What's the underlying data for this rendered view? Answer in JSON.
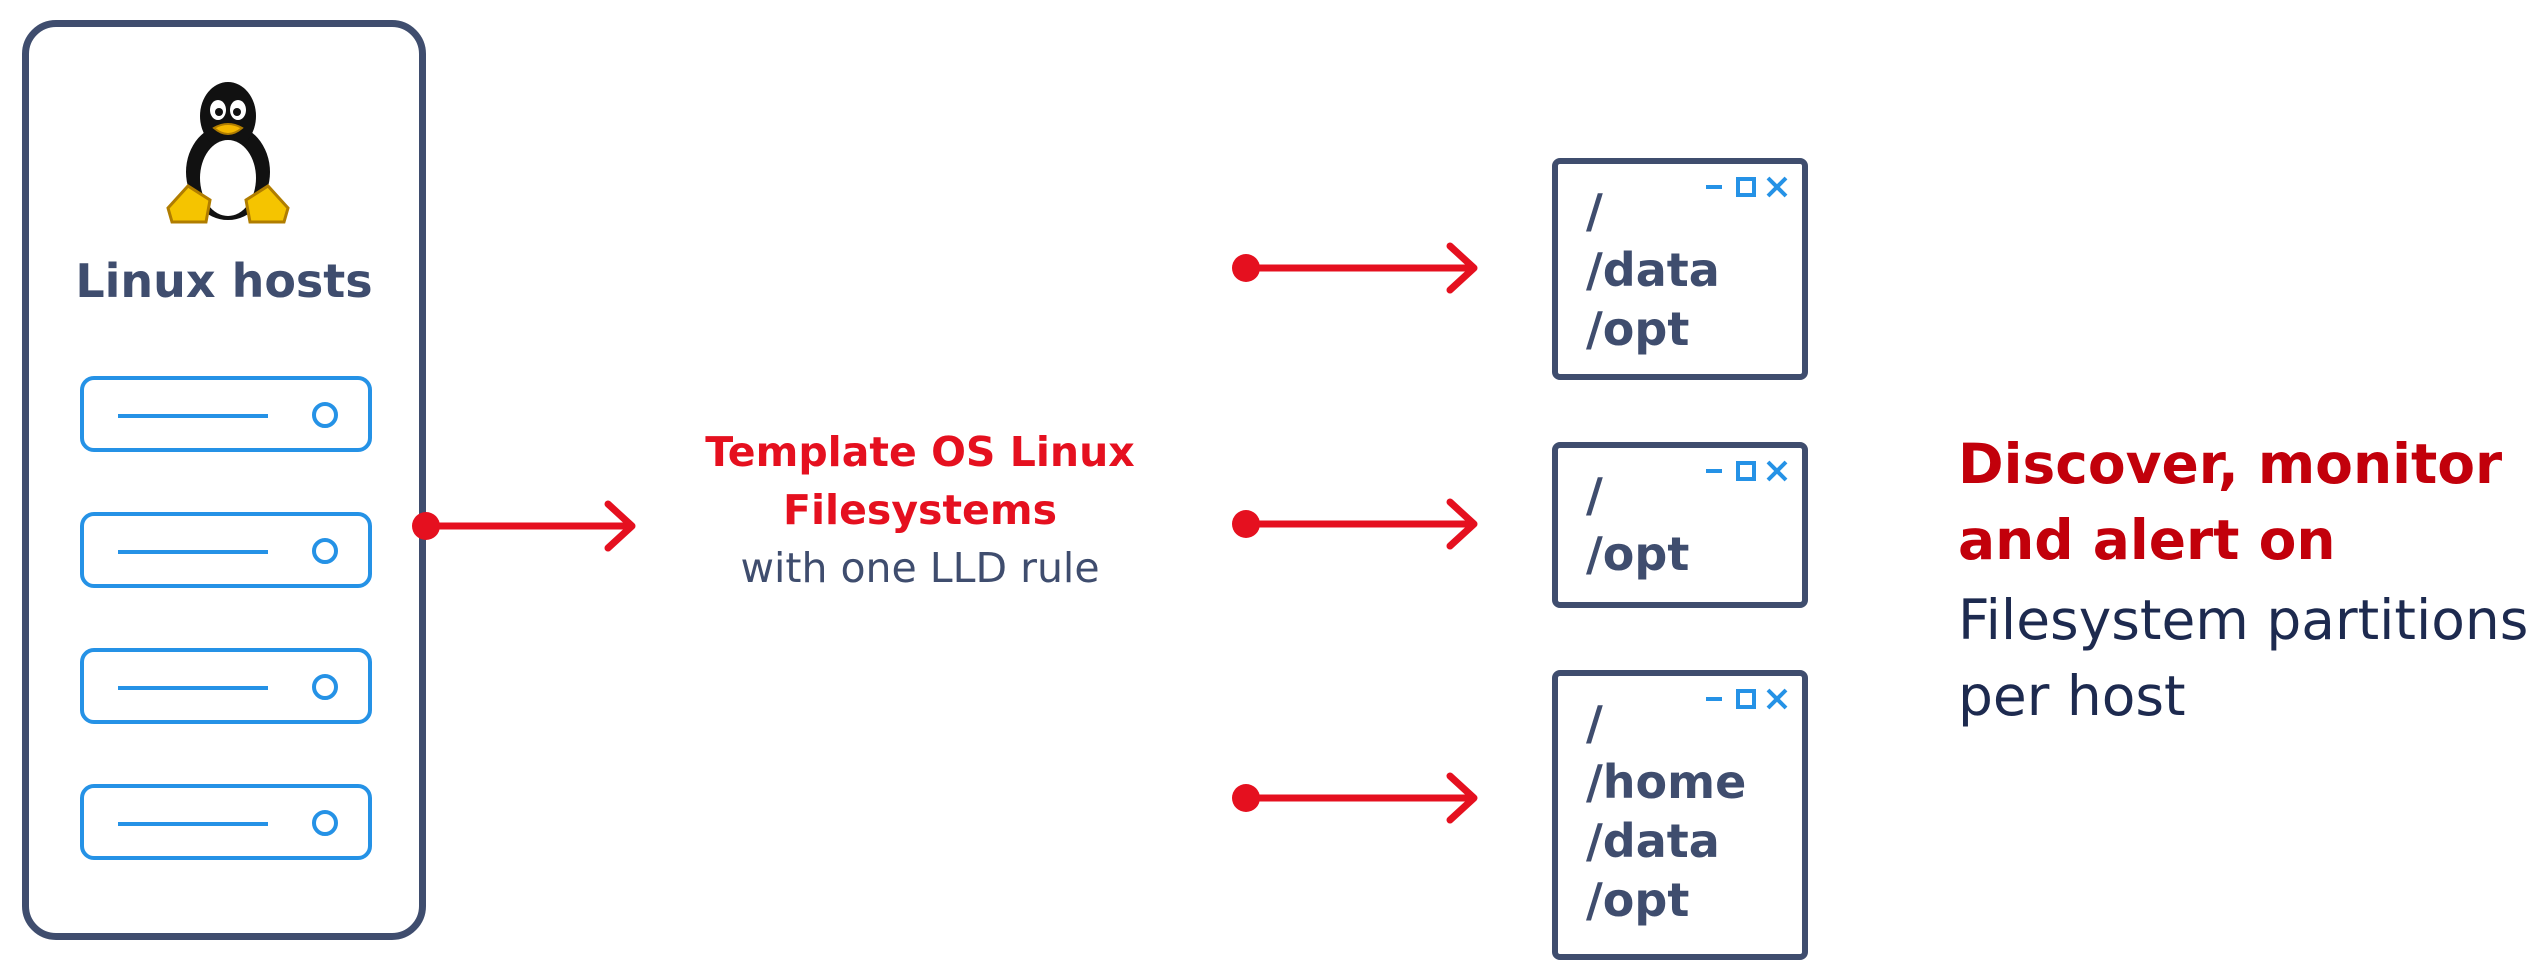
{
  "hosts": {
    "title": "Linux hosts",
    "server_count": 4,
    "colors": {
      "panel": "#3f4d6e",
      "server": "#2592e6"
    },
    "logo_icon": "tux-penguin-icon"
  },
  "template": {
    "name_line1": "Template OS Linux",
    "name_line2": "Filesystems",
    "subtitle": "with one LLD rule"
  },
  "windows": [
    {
      "paths": [
        "/",
        "/data",
        "/opt"
      ],
      "controls": [
        "minimize-icon",
        "maximize-icon",
        "close-icon"
      ]
    },
    {
      "paths": [
        "/",
        "/opt"
      ],
      "controls": [
        "minimize-icon",
        "maximize-icon",
        "close-icon"
      ]
    },
    {
      "paths": [
        "/",
        "/home",
        "/data",
        "/opt"
      ],
      "controls": [
        "minimize-icon",
        "maximize-icon",
        "close-icon"
      ]
    }
  ],
  "result": {
    "headline_line1": "Discover, monitor",
    "headline_line2": "and alert on",
    "description_line1": "Filesystem partitions",
    "description_line2": "per host"
  },
  "colors": {
    "arrow": "#e5101f",
    "headline": "#c2000b",
    "text": "#3f4d6e",
    "control": "#2592e6"
  }
}
